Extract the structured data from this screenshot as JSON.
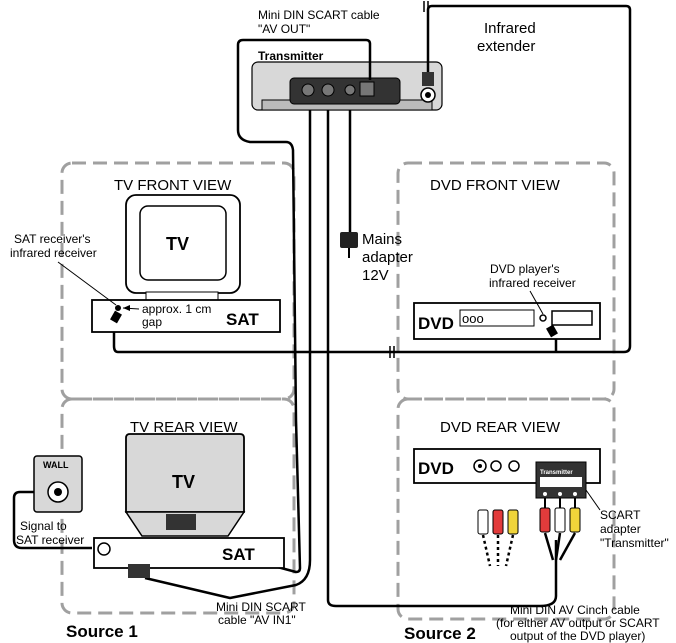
{
  "labels": {
    "mini_din_scart_out": [
      "Mini DIN SCART cable",
      "\"AV OUT\""
    ],
    "transmitter": "Transmitter",
    "infrared_extender": [
      "Infrared",
      "extender"
    ],
    "tv_front_view": "TV FRONT VIEW",
    "dvd_front_view": "DVD FRONT VIEW",
    "sat_ir_receiver": [
      "SAT receiver's",
      "infrared receiver"
    ],
    "tv_front": "TV",
    "sat_front": "SAT",
    "gap": [
      "approx. 1 cm",
      "gap"
    ],
    "mains_adapter": [
      "Mains",
      "adapter",
      "12V"
    ],
    "dvd_ir_receiver": [
      "DVD player's",
      "infrared receiver"
    ],
    "dvd_front": "DVD",
    "dvd_buttons": "ooo",
    "tv_rear_view": "TV REAR VIEW",
    "dvd_rear_view": "DVD REAR VIEW",
    "wall": "WALL",
    "tv_rear": "TV",
    "sat_rear": "SAT",
    "dvd_rear": "DVD",
    "signal_to_sat": [
      "Signal to",
      "SAT receiver"
    ],
    "scart_adapter_box": "Transmitter",
    "scart_adapter": [
      "SCART",
      "adapter",
      "\"Transmitter\""
    ],
    "mini_din_scart_in": [
      "Mini DIN SCART",
      "cable \"AV IN1\""
    ],
    "mini_din_av_cinch": [
      "Mini DIN AV Cinch cable",
      "(for either AV output or SCART",
      "output of the DVD player)"
    ],
    "source1": "Source 1",
    "source2": "Source 2"
  },
  "colors": {
    "box_dashed": "#a0a0a0",
    "device_fill": "#d8d8d8",
    "device_dark": "#333333",
    "cinch_red": "#e23b3b",
    "cinch_yellow": "#f0d43a",
    "cinch_white": "#ffffff"
  }
}
